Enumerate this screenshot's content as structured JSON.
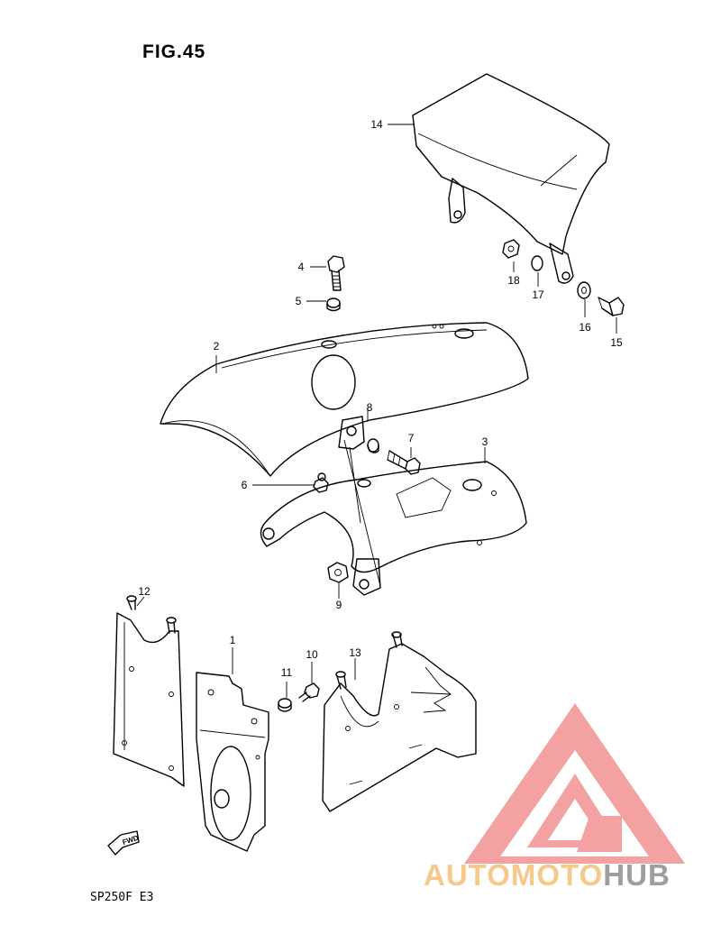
{
  "figure": {
    "title": "FIG.45",
    "model_code": "SP250F  E3"
  },
  "callouts": [
    {
      "id": "1",
      "label": "1"
    },
    {
      "id": "2",
      "label": "2"
    },
    {
      "id": "3",
      "label": "3"
    },
    {
      "id": "4",
      "label": "4"
    },
    {
      "id": "5",
      "label": "5"
    },
    {
      "id": "6",
      "label": "6"
    },
    {
      "id": "7",
      "label": "7"
    },
    {
      "id": "8",
      "label": "8"
    },
    {
      "id": "9",
      "label": "9"
    },
    {
      "id": "10",
      "label": "10"
    },
    {
      "id": "11",
      "label": "11"
    },
    {
      "id": "12",
      "label": "12"
    },
    {
      "id": "13",
      "label": "13"
    },
    {
      "id": "14",
      "label": "14"
    },
    {
      "id": "15",
      "label": "15"
    },
    {
      "id": "16",
      "label": "16"
    },
    {
      "id": "17",
      "label": "17"
    },
    {
      "id": "18",
      "label": "18"
    }
  ],
  "direction_marker": {
    "label": "FWD",
    "icon": "forward-arrow-icon"
  },
  "watermark": {
    "text_part1": "AUTOMOTO",
    "text_part2": "HUB",
    "logo_icon": "triangle-logo-icon",
    "colors": {
      "logo": "#f08c8c",
      "part1": "#f6c889",
      "part2": "#9e9e9e"
    }
  }
}
